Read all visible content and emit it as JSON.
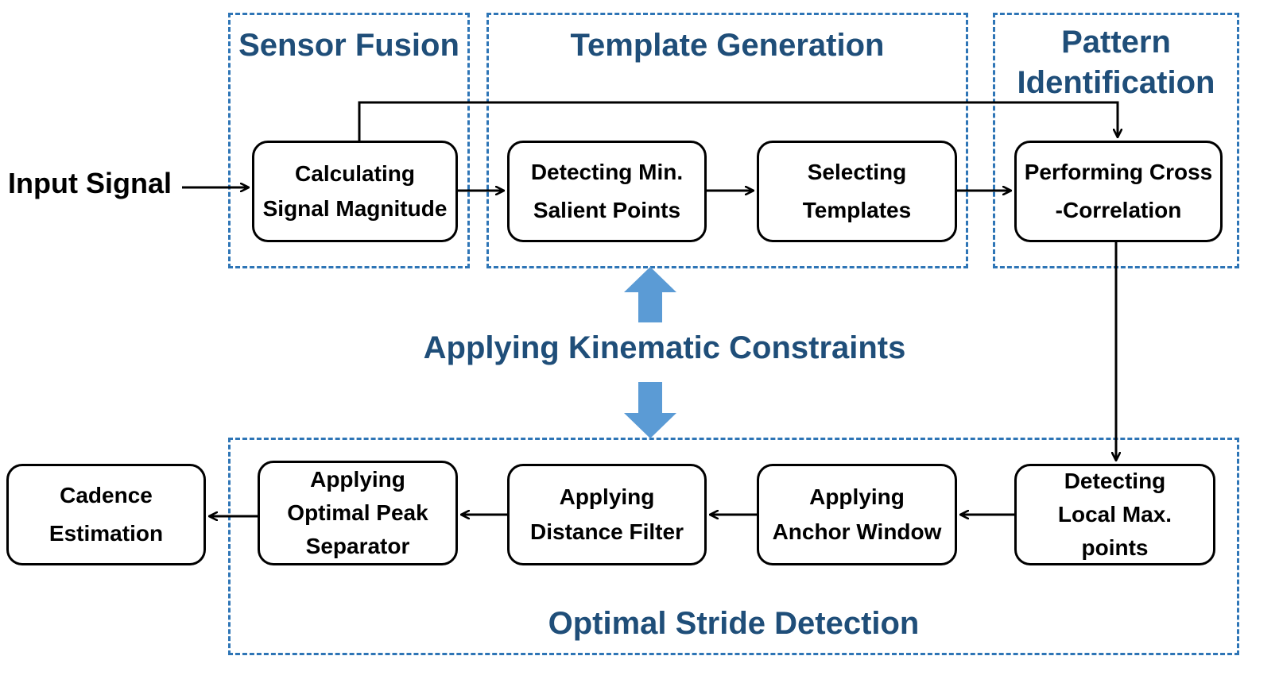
{
  "regions": {
    "sensor_fusion": "Sensor Fusion",
    "template_generation": "Template Generation",
    "pattern_identification": [
      "Pattern",
      "Identification"
    ],
    "optimal_stride_detection": "Optimal Stride Detection"
  },
  "input_label": "Input Signal",
  "center_label": "Applying Kinematic Constraints",
  "nodes": {
    "calc_magnitude": [
      "Calculating",
      "Signal Magnitude"
    ],
    "detect_min": [
      "Detecting Min.",
      "Salient Points"
    ],
    "select_templates": [
      "Selecting",
      "Templates"
    ],
    "cross_corr": [
      "Performing Cross",
      "-Correlation"
    ],
    "detect_local_max": [
      "Detecting",
      "Local Max.",
      "points"
    ],
    "anchor_window": [
      "Applying",
      "Anchor Window"
    ],
    "distance_filter": [
      "Applying",
      "Distance Filter"
    ],
    "peak_separator": [
      "Applying",
      "Optimal Peak",
      "Separator"
    ],
    "cadence": [
      "Cadence",
      "Estimation"
    ]
  },
  "colors": {
    "region_border": "#2e75b6",
    "region_title": "#1f4e79",
    "block_arrow": "#5b9bd5",
    "stroke": "#000000"
  }
}
